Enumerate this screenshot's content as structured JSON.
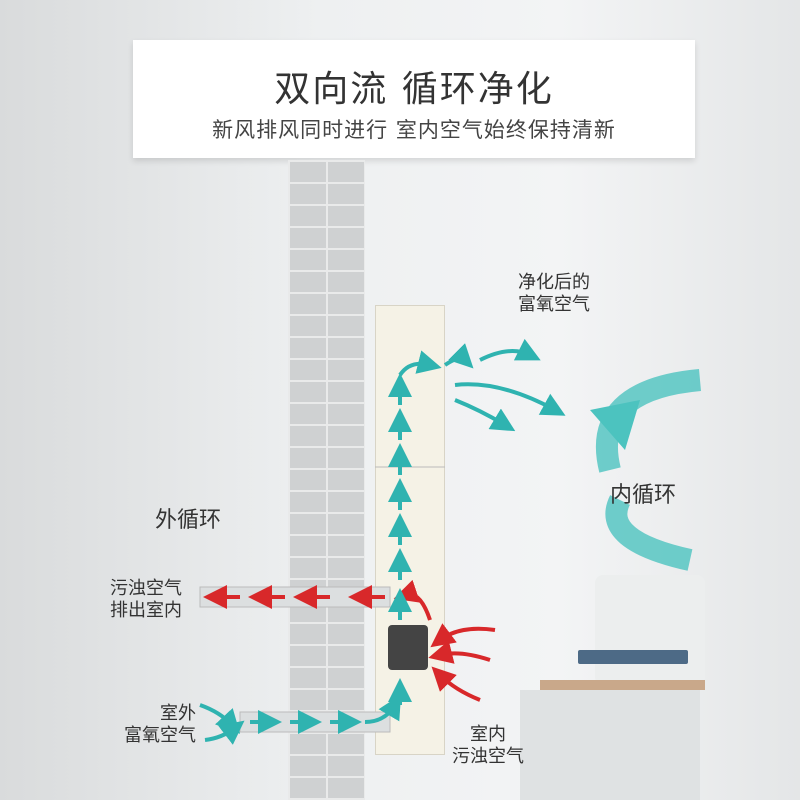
{
  "header": {
    "title": "双向流  循环净化",
    "subtitle": "新风排风同时进行  室内空气始终保持清新"
  },
  "labels": {
    "purified": [
      "净化后的",
      "富氧空气"
    ],
    "inner_loop": "内循环",
    "outer_loop": "外循环",
    "exhaust": [
      "污浊空气",
      "排出室内"
    ],
    "outdoor": [
      "室外",
      "富氧空气"
    ],
    "indoor": [
      "室内",
      "污浊空气"
    ]
  },
  "colors": {
    "teal": "#2fb3b0",
    "red": "#d8282a"
  }
}
